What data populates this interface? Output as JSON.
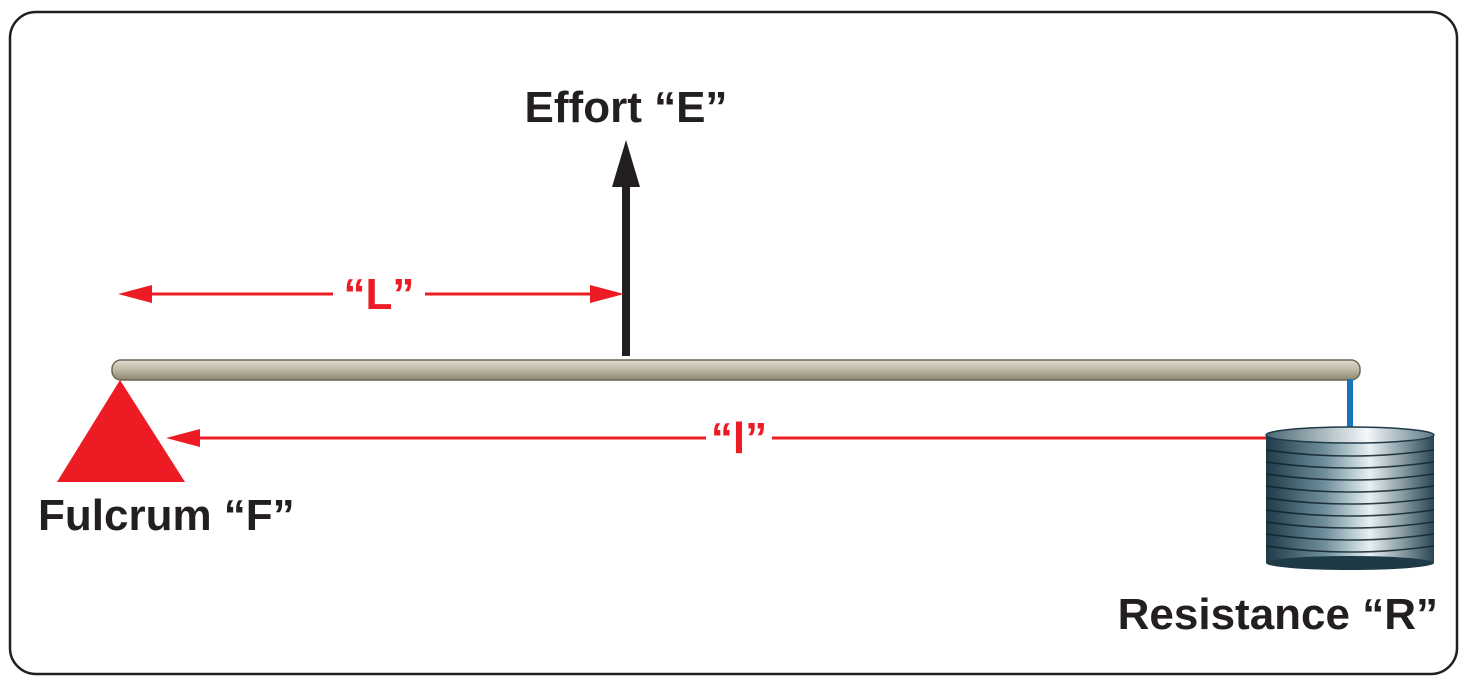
{
  "labels": {
    "effort": "Effort “E”",
    "fulcrum": "Fulcrum “F”",
    "resistance": "Resistance “R”",
    "effort_arm": "“L”",
    "resistance_arm": "“l”"
  },
  "colors": {
    "frame": "#231f20",
    "text": "#231f20",
    "arrow_red": "#ed1c24",
    "fulcrum_red": "#ed1c24",
    "lever_fill": "#c2bba8",
    "lever_stroke": "#6d6653",
    "effort_arrow": "#231f20",
    "hanger_blue": "#1b75bb",
    "weight_dark": "#1f3a47",
    "weight_light": "#e8f1f4"
  }
}
